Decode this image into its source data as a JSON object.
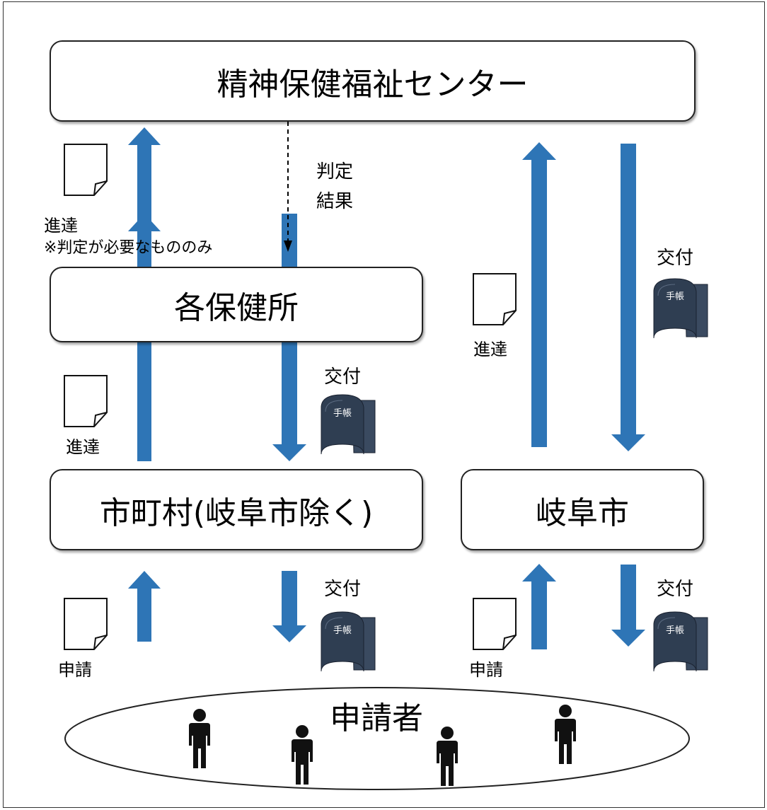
{
  "nodes": {
    "center": "精神保健福祉センター",
    "health_offices": "各保健所",
    "municipalities": "市町村(岐阜市除く)",
    "gifu_city": "岐阜市",
    "applicants": "申請者"
  },
  "labels": {
    "forward_top": "進達",
    "forward_note": "※判定が必要なもののみ",
    "judgment_line1": "判定",
    "judgment_line2": "結果",
    "issue_center_gifu": "交付",
    "forward_gifu_center": "進達",
    "issue_office_muni": "交付",
    "forward_muni_office": "進達",
    "issue_muni_applicant": "交付",
    "apply_muni": "申請",
    "issue_gifu_applicant": "交付",
    "apply_gifu": "申請"
  },
  "booklet_label": "手帳",
  "colors": {
    "arrow": "#2E75B6",
    "booklet": "#2F3E52",
    "border": "#222222"
  },
  "icons": [
    "document-icon",
    "booklet-icon",
    "person-icon"
  ]
}
